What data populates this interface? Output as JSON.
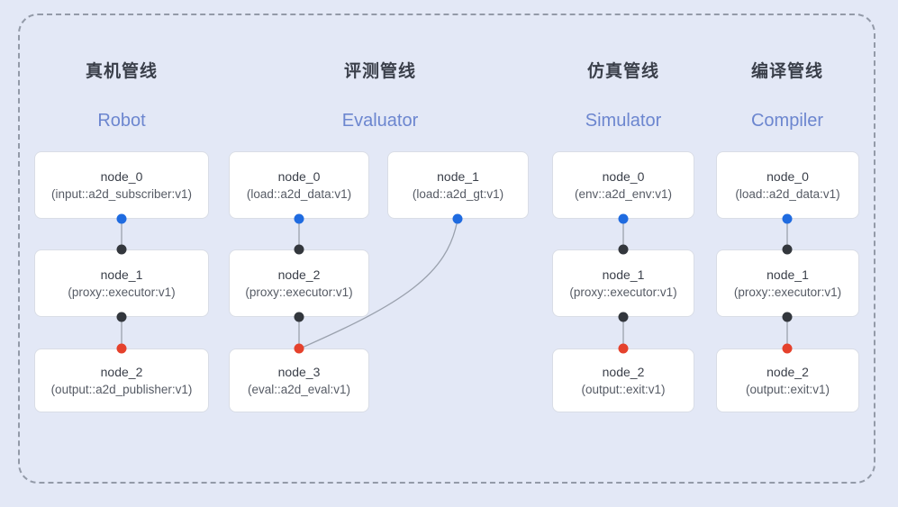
{
  "canvas": {
    "background": "#e3e8f6",
    "frame_border": "#939aa8",
    "node_fill": "#ffffff",
    "node_border": "#d9dde6"
  },
  "colors": {
    "port_blue": "#1f6be0",
    "port_black": "#33373d",
    "port_red": "#e5412c",
    "edge": "#9aa1ad",
    "title_cn": "#3a3f4a",
    "title_en": "#6c86cf"
  },
  "pipelines": [
    {
      "title_cn": "真机管线",
      "title_en": "Robot",
      "nodes": [
        {
          "title": "node_0",
          "subtitle": "(input::a2d_subscriber:v1)"
        },
        {
          "title": "node_1",
          "subtitle": "(proxy::executor:v1)"
        },
        {
          "title": "node_2",
          "subtitle": "(output::a2d_publisher:v1)"
        }
      ]
    },
    {
      "title_cn": "评测管线",
      "title_en": "Evaluator",
      "nodes": [
        {
          "title": "node_0",
          "subtitle": "(load::a2d_data:v1)"
        },
        {
          "title": "node_1",
          "subtitle": "(load::a2d_gt:v1)"
        },
        {
          "title": "node_2",
          "subtitle": "(proxy::executor:v1)"
        },
        {
          "title": "node_3",
          "subtitle": "(eval::a2d_eval:v1)"
        }
      ]
    },
    {
      "title_cn": "仿真管线",
      "title_en": "Simulator",
      "nodes": [
        {
          "title": "node_0",
          "subtitle": "(env::a2d_env:v1)"
        },
        {
          "title": "node_1",
          "subtitle": "(proxy::executor:v1)"
        },
        {
          "title": "node_2",
          "subtitle": "(output::exit:v1)"
        }
      ]
    },
    {
      "title_cn": "编译管线",
      "title_en": "Compiler",
      "nodes": [
        {
          "title": "node_0",
          "subtitle": "(load::a2d_data:v1)"
        },
        {
          "title": "node_1",
          "subtitle": "(proxy::executor:v1)"
        },
        {
          "title": "node_2",
          "subtitle": "(output::exit:v1)"
        }
      ]
    }
  ]
}
